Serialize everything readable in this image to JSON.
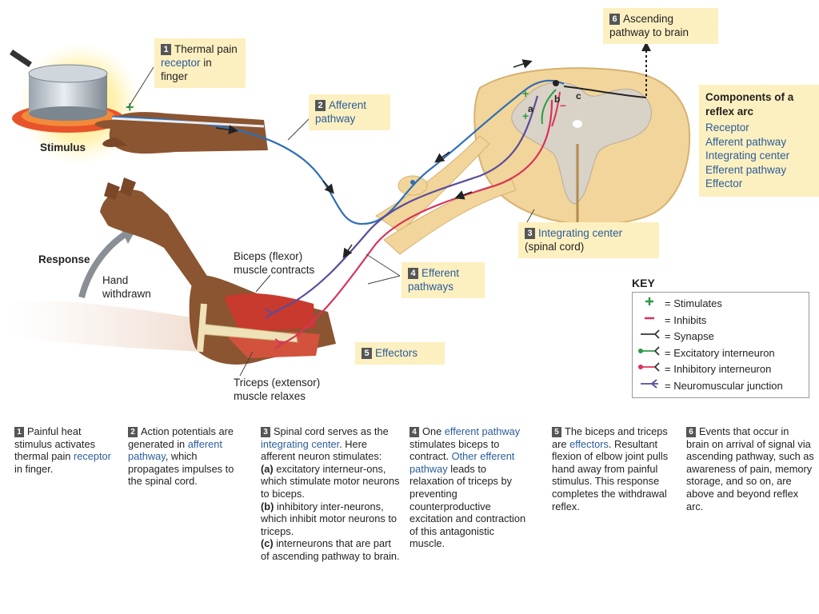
{
  "callouts": {
    "c1": {
      "num": "1",
      "pre": "Thermal pain ",
      "link": "receptor",
      "post": " in finger"
    },
    "c2": {
      "num": "2",
      "text": "Afferent pathway"
    },
    "c3": {
      "num": "3",
      "text": "Integrating center",
      "sub": "(spinal cord)"
    },
    "c4": {
      "num": "4",
      "text": "Efferent pathways"
    },
    "c5": {
      "num": "5",
      "text": "Effectors"
    },
    "c6": {
      "num": "6",
      "text": "Ascending pathway to brain"
    }
  },
  "labels": {
    "stimulus": "Stimulus",
    "response": "Response",
    "hand_withdrawn": "Hand withdrawn",
    "biceps": "Biceps (flexor) muscle contracts",
    "triceps": "Triceps (extensor) muscle relaxes",
    "interneuron_a": "a",
    "interneuron_b": "b",
    "interneuron_c": "c"
  },
  "components": {
    "title": "Components of a reflex arc",
    "items": [
      "Receptor",
      "Afferent pathway",
      "Integrating center",
      "Efferent pathway",
      "Effector"
    ]
  },
  "key": {
    "title": "KEY",
    "items": [
      {
        "label": "= Stimulates",
        "symbol": "plus",
        "color": "#2e9a48"
      },
      {
        "label": "= Inhibits",
        "symbol": "minus",
        "color": "#d8335a"
      },
      {
        "label": "= Synapse",
        "symbol": "synapse",
        "color": "#333333"
      },
      {
        "label": "= Excitatory interneuron",
        "symbol": "excitatory",
        "color": "#2e9a48"
      },
      {
        "label": "= Inhibitory interneuron",
        "symbol": "inhibitory",
        "color": "#d8335a"
      },
      {
        "label": "= Neuromuscular junction",
        "symbol": "nmj",
        "color": "#5b4c9a"
      }
    ]
  },
  "bottom": {
    "b1": {
      "num": "1",
      "parts": [
        [
          "Painful heat stimulus activates thermal pain ",
          ""
        ],
        [
          "receptor",
          "blue"
        ],
        [
          " in finger.",
          ""
        ]
      ]
    },
    "b2": {
      "num": "2",
      "parts": [
        [
          "Action potentials are generated in ",
          ""
        ],
        [
          "afferent pathway",
          "blue"
        ],
        [
          ", which propagates impulses to the spinal cord.",
          ""
        ]
      ]
    },
    "b3": {
      "num": "3",
      "parts": [
        [
          "Spinal cord serves as the ",
          ""
        ],
        [
          "integrating center",
          "blue"
        ],
        [
          ". Here afferent neuron stimulates:",
          ""
        ],
        [
          "(a)",
          "bold"
        ],
        [
          " excitatory interneur-ons, which stimulate motor neurons to biceps. ",
          ""
        ],
        [
          "(b)",
          "bold"
        ],
        [
          " inhibitory inter-neurons, which inhibit motor neurons to triceps. ",
          ""
        ],
        [
          "(c)",
          "bold"
        ],
        [
          " interneurons that are part of ascending pathway to brain.",
          ""
        ]
      ]
    },
    "b4": {
      "num": "4",
      "parts": [
        [
          "One ",
          ""
        ],
        [
          "efferent pathway",
          "blue"
        ],
        [
          " stimulates biceps to contract. ",
          ""
        ],
        [
          "Other efferent pathway",
          "blue"
        ],
        [
          " leads to relaxation of triceps by preventing counterproductive excitation and contraction of this antagonistic muscle.",
          ""
        ]
      ]
    },
    "b5": {
      "num": "5",
      "parts": [
        [
          "The biceps and triceps are ",
          ""
        ],
        [
          "effectors",
          "blue"
        ],
        [
          ". Resultant flexion of elbow joint pulls hand away from painful stimulus. This response completes the withdrawal reflex.",
          ""
        ]
      ]
    },
    "b6": {
      "num": "6",
      "parts": [
        [
          "Events that occur in brain on arrival of signal via ascending pathway, such as awareness of pain, memory storage, and so on, are above and beyond reflex arc.",
          ""
        ]
      ]
    }
  },
  "colors": {
    "afferent": "#2f6fb5",
    "efferent_excitatory": "#5b4c9a",
    "efferent_inhibitory": "#d8335a",
    "callout_bg": "#fdf0c0",
    "spinal_cord": "#f2d59a",
    "skin": "#8a5530",
    "muscle": "#c8392e"
  }
}
